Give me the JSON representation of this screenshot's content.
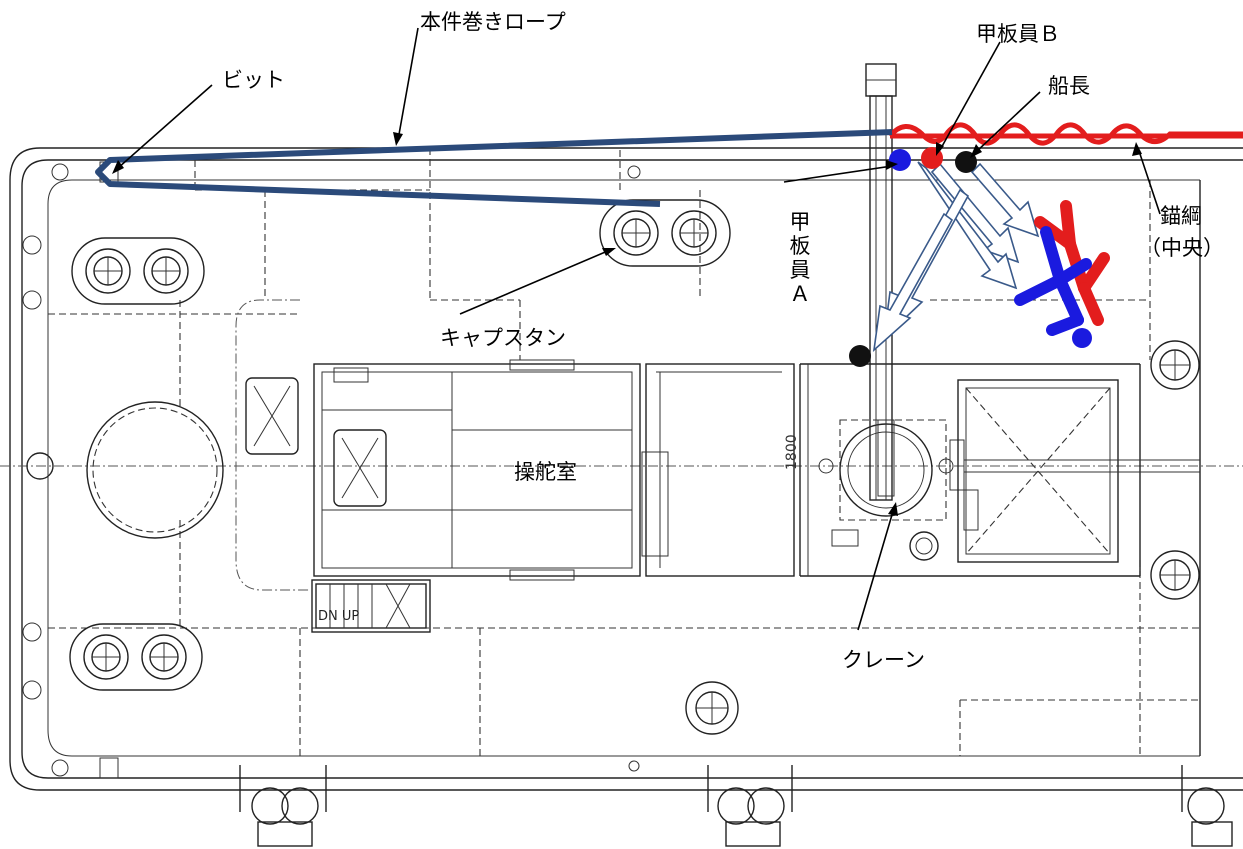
{
  "labels": {
    "rope": "本件巻きロープ",
    "bitt": "ビット",
    "deckhand_b": "甲板員Ｂ",
    "captain": "船長",
    "deckhand_a": "甲板員Ａ",
    "anchor_cable_line1": "錨綱",
    "anchor_cable_line2": "（中央）",
    "capstan": "キャプスタン",
    "wheelhouse": "操舵室",
    "crane": "クレーン",
    "dimension": "1800",
    "stair_mark": "DN UP"
  },
  "colors": {
    "rope": "#2b4a7a",
    "anchor_cable": "#e31d1d",
    "deckhand_a": "#1a1adf",
    "deckhand_b": "#e31d1d",
    "captain": "#111111",
    "arrow_outline": "#3a5a8a"
  }
}
